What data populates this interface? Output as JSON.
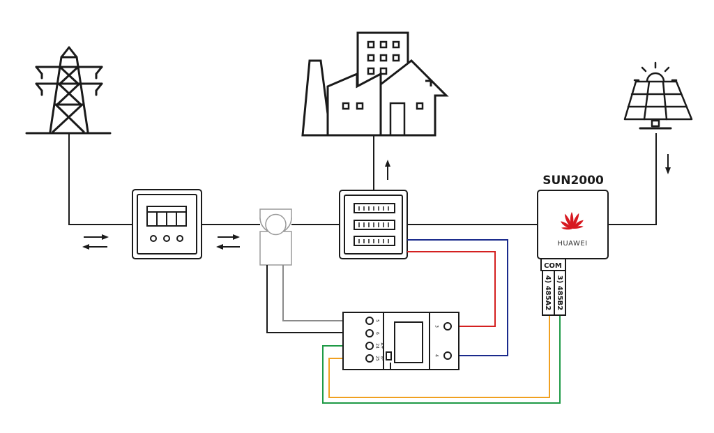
{
  "inverter": {
    "title": "SUN2000",
    "brand": "HUAWEI",
    "com_label": "COM",
    "port_485b2": "3) 485B2",
    "port_485a2": "4) 485A2"
  },
  "smart_meter": {
    "terminal_5": "5",
    "terminal_6": "6",
    "terminal_24": "24",
    "terminal_25": "25",
    "label_a_plus": "A+",
    "label_b_minus": "B-",
    "terminal_3": "3",
    "terminal_4": "4"
  },
  "colors": {
    "line": "#1a1a1a",
    "wire_red": "#d42020",
    "wire_blue": "#1a2a8c",
    "wire_orange": "#f0a020",
    "wire_green": "#1e9a46",
    "wire_gray": "#8a8a8a",
    "huawei_red": "#d71920"
  },
  "icons": {
    "grid": "transmission-tower-icon",
    "load": "buildings-icon",
    "pv": "solar-panel-icon",
    "logo": "huawei-logo-icon"
  }
}
